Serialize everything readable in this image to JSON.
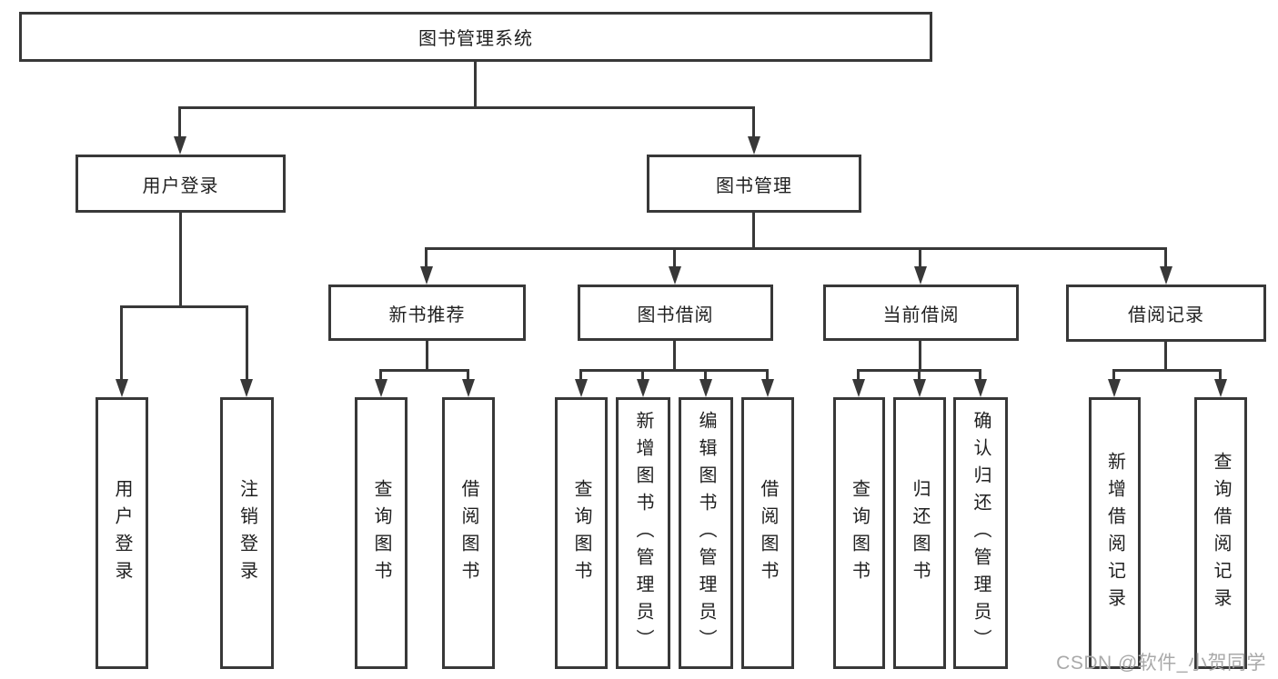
{
  "root": {
    "label": "图书管理系统"
  },
  "branches": [
    {
      "label": "用户登录",
      "leaves": [
        {
          "label": "用户登录"
        },
        {
          "label": "注销登录"
        }
      ]
    },
    {
      "label": "图书管理",
      "groups": [
        {
          "label": "新书推荐",
          "leaves": [
            {
              "label": "查询图书"
            },
            {
              "label": "借阅图书"
            }
          ]
        },
        {
          "label": "图书借阅",
          "leaves": [
            {
              "label": "查询图书"
            },
            {
              "label": "新增图书（管理员）"
            },
            {
              "label": "编辑图书（管理员）"
            },
            {
              "label": "借阅图书"
            }
          ]
        },
        {
          "label": "当前借阅",
          "leaves": [
            {
              "label": "查询图书"
            },
            {
              "label": "归还图书"
            },
            {
              "label": "确认归还（管理员）"
            }
          ]
        },
        {
          "label": "借阅记录",
          "leaves": [
            {
              "label": "新增借阅记录"
            },
            {
              "label": "查询借阅记录"
            }
          ]
        }
      ]
    }
  ],
  "watermark": {
    "text": "CSDN @软件_小贺同学"
  },
  "colors": {
    "line": "#383838",
    "text": "#1f1f1f",
    "background": "#ffffff",
    "watermark": "#a9a9a9"
  }
}
